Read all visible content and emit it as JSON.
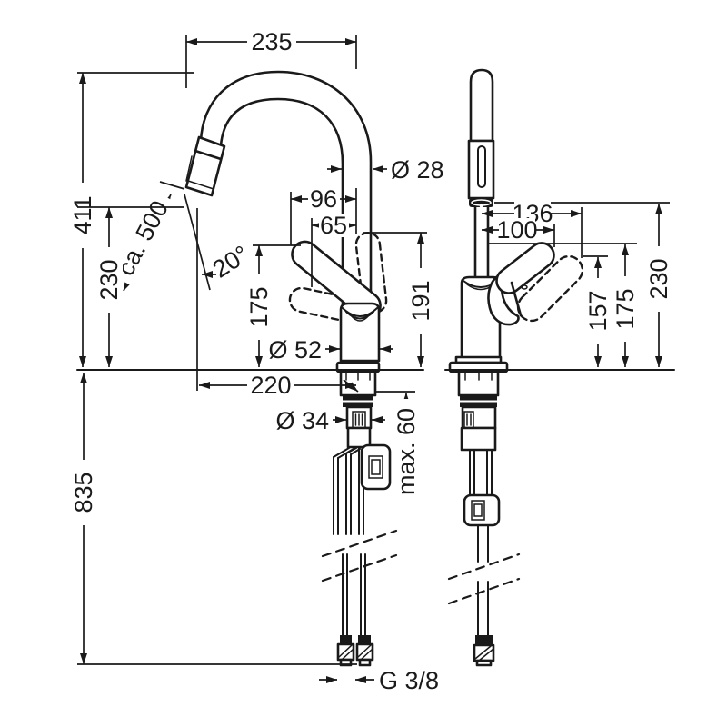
{
  "drawing": {
    "front_view": {
      "spout_reach": "235",
      "height_to_spout_top": "411",
      "outlet_height": "230",
      "spout_diameter": "Ø 28",
      "lever_offset_96": "96",
      "lever_offset_65": "65",
      "lever_height_175": "175",
      "lever_height_191": "191",
      "body_diameter": "Ø 52",
      "spray_reach_220": "220",
      "hose_below_835": "835",
      "shank_diameter": "Ø 34",
      "counter_max_thickness": "max. 60",
      "pullout_hose_length": "ca. 500",
      "spray_angle": "20°",
      "connection_thread": "G 3/8"
    },
    "side_view": {
      "lever_offset_136": "136",
      "lever_offset_100": "100",
      "lever_height_157": "157",
      "lever_height_175": "175",
      "outlet_height_230": "230"
    },
    "colors": {
      "line": "#1a1a1a",
      "background": "#ffffff"
    }
  }
}
